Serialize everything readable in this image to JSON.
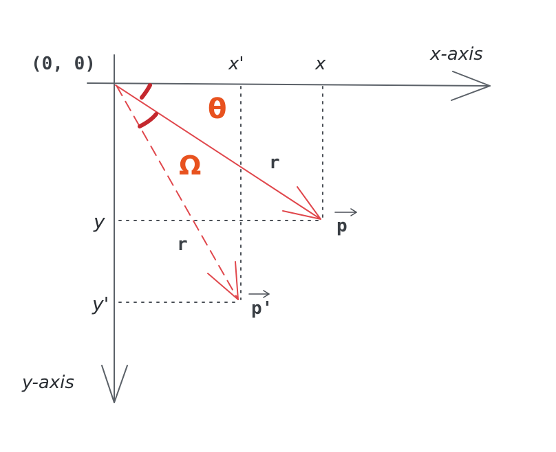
{
  "labels": {
    "origin": "(0, 0)",
    "x_axis": "x-axis",
    "y_axis": "y-axis",
    "x": "x",
    "x_prime": "x'",
    "y": "y",
    "y_prime": "y'",
    "p": "p",
    "p_prime": "p'",
    "r_upper": "r",
    "r_lower": "r",
    "theta": "θ",
    "omega": "Ω"
  },
  "colors": {
    "axis": "#5b6168",
    "guide": "#4a4f56",
    "text": "#3a3f45",
    "vector": "#e0474c",
    "angle_arc": "#c4282e",
    "angle_symbol": "#e8521f",
    "background": "#ffffff"
  },
  "icons": {
    "p_vector_arrow": "vector-arrow-icon",
    "p_prime_vector_arrow": "vector-arrow-icon"
  }
}
